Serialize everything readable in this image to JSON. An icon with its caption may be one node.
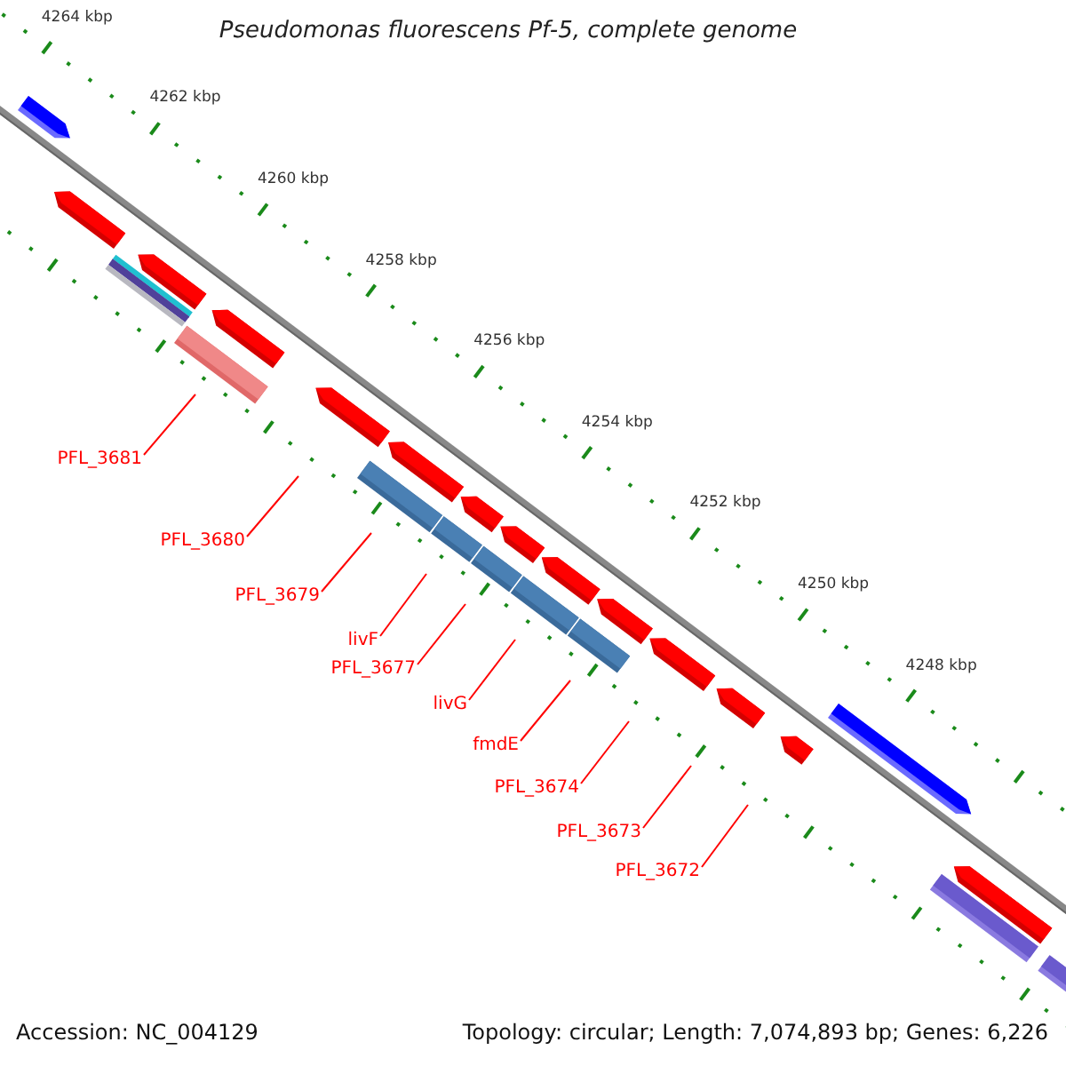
{
  "diagram": {
    "title": "Pseudomonas fluorescens Pf-5, complete genome",
    "nodes": [
      {
        "text": [
          "PFL_3681"
        ]
      },
      {
        "text": [
          "PFL_3680"
        ]
      },
      {
        "text": [
          "PFL_3679"
        ]
      },
      {
        "text": [
          "livF"
        ]
      },
      {
        "text": [
          "PFL_3677"
        ]
      },
      {
        "text": [
          "livG"
        ]
      },
      {
        "text": [
          "fmdE"
        ]
      },
      {
        "text": [
          "PFL_3674"
        ]
      },
      {
        "text": [
          "PFL_3673"
        ]
      },
      {
        "text": [
          "PFL_3672"
        ]
      }
    ],
    "edges": [
      {
        "from": 0,
        "to": null,
        "arrow": "none"
      },
      {
        "from": 1,
        "to": null,
        "arrow": "none"
      },
      {
        "from": 2,
        "to": null,
        "arrow": "none"
      },
      {
        "from": 3,
        "to": null,
        "arrow": "none"
      },
      {
        "from": 4,
        "to": null,
        "arrow": "none"
      },
      {
        "from": 5,
        "to": null,
        "arrow": "none"
      },
      {
        "from": 6,
        "to": null,
        "arrow": "none"
      },
      {
        "from": 7,
        "to": null,
        "arrow": "none"
      },
      {
        "from": 8,
        "to": null,
        "arrow": "none"
      },
      {
        "from": 9,
        "to": null,
        "arrow": "none"
      }
    ],
    "labels": [
      "4264 kbp",
      "4262 kbp",
      "4260 kbp",
      "4258 kbp",
      "4256 kbp",
      "4254 kbp",
      "4252 kbp",
      "4250 kbp",
      "4248 kbp",
      "Accession: NC_004129",
      "Topology: circular; Length: 7,074,893 bp; Genes: 6,226"
    ]
  }
}
